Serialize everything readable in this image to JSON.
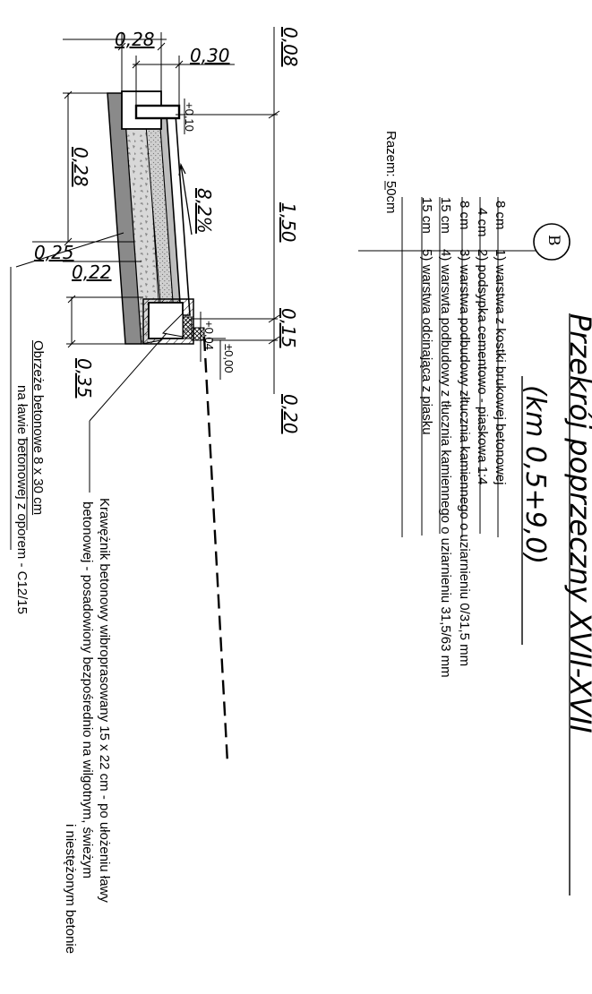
{
  "drawing": {
    "title_line1": "Przekrój poprzeczny XVII-XVII",
    "title_line2": "(km 0,5+9,0)",
    "section_marker": "B",
    "slope": "8,2%",
    "layers": [
      {
        "thickness": "8 cm",
        "label": "1) warstwa z kostki brukowej betonowej"
      },
      {
        "thickness": "4 cm",
        "label": "2) podsypka cementowo - piaskowa 1:4"
      },
      {
        "thickness": "8 cm",
        "label": "3) warstwa podbudowy złtucznia kamiennego o uziarnieniu 0/31,5 mm"
      },
      {
        "thickness": "15 cm",
        "label": "4) warswta podbudowy z tłucznia kamiennego o uziarnieniu 31,5/63 mm"
      },
      {
        "thickness": "15 cm",
        "label": "5) warstwa odcinająca z piasku"
      }
    ],
    "total": "Razem: 50cm",
    "curb_note": {
      "line1": "Krawężnik betonowy wibroprasowany 15 x 22 cm - po ułożeniu ławy",
      "line2": "betonowej - posadowiony bezpośrednio na wilgotnym, świeżym",
      "line3": "i niestężonym betonie"
    },
    "edge_note": {
      "line1": "Obrzeże betonowe 8 x 30 cm",
      "line2": "na ławie betonowej z oporem - C12/15"
    },
    "dimensions": {
      "top_left": "0,28",
      "top_right": "0,30",
      "upper_depth": "0,28",
      "mid_a": "0,25",
      "mid_b": "0,22",
      "lower_depth": "0,35",
      "right_a": "0,08",
      "right_width": "1,50",
      "right_b": "0,15",
      "right_c": "0,20",
      "level_top": "+0,10",
      "level_b": "+0,04",
      "level_zero": "±0,00"
    }
  }
}
